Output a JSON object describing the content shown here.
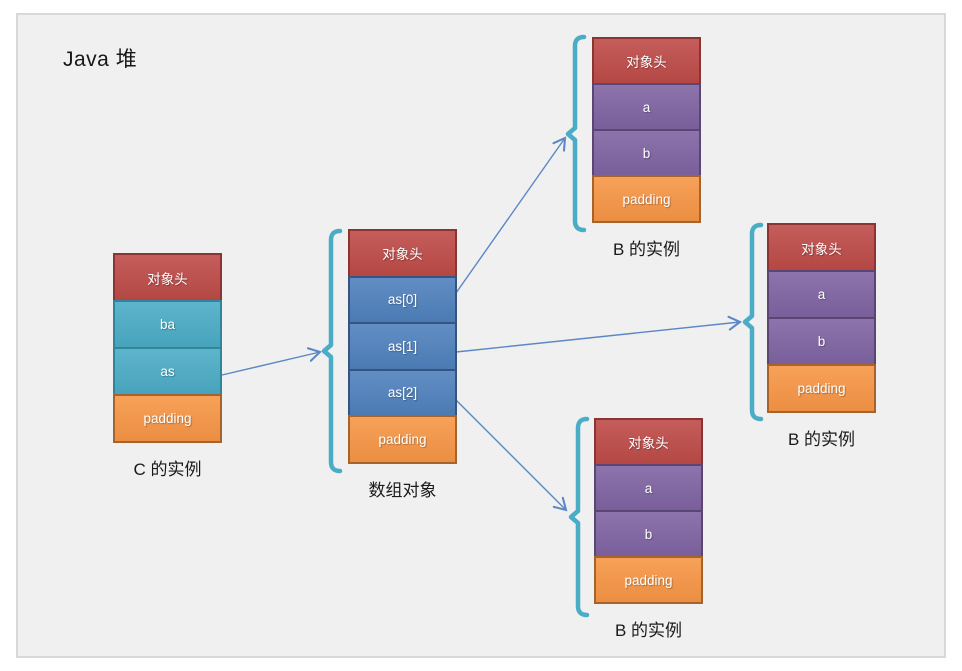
{
  "title": "Java 堆",
  "colors": {
    "red": {
      "fill": "#BE4B48",
      "border": "#8A3533"
    },
    "teal": {
      "fill": "#4BACC6",
      "border": "#31859B"
    },
    "blue": {
      "fill": "#4F81BD",
      "border": "#36547E"
    },
    "purple": {
      "fill": "#8064A2",
      "border": "#5A4673"
    },
    "orange": {
      "fill": "#F79646",
      "border": "#A6642C"
    },
    "bracket": "#4BACC6",
    "arrow": "#5B87C5",
    "canvas_fill": "#F0F0F0",
    "canvas_border": "#D8D8D8"
  },
  "boxes": [
    {
      "id": "c-instance",
      "label": "C 的实例",
      "cells": [
        {
          "text": "对象头",
          "color": "red"
        },
        {
          "text": "ba",
          "color": "teal"
        },
        {
          "text": "as",
          "color": "teal"
        },
        {
          "text": "padding",
          "color": "orange"
        }
      ]
    },
    {
      "id": "array-object",
      "label": "数组对象",
      "cells": [
        {
          "text": "对象头",
          "color": "red"
        },
        {
          "text": "as[0]",
          "color": "blue"
        },
        {
          "text": "as[1]",
          "color": "blue"
        },
        {
          "text": "as[2]",
          "color": "blue"
        },
        {
          "text": "padding",
          "color": "orange"
        }
      ]
    },
    {
      "id": "b-instance-top",
      "label": "B 的实例",
      "cells": [
        {
          "text": "对象头",
          "color": "red"
        },
        {
          "text": "a",
          "color": "purple"
        },
        {
          "text": "b",
          "color": "purple"
        },
        {
          "text": "padding",
          "color": "orange"
        }
      ]
    },
    {
      "id": "b-instance-right",
      "label": "B 的实例",
      "cells": [
        {
          "text": "对象头",
          "color": "red"
        },
        {
          "text": "a",
          "color": "purple"
        },
        {
          "text": "b",
          "color": "purple"
        },
        {
          "text": "padding",
          "color": "orange"
        }
      ]
    },
    {
      "id": "b-instance-bottom",
      "label": "B 的实例",
      "cells": [
        {
          "text": "对象头",
          "color": "red"
        },
        {
          "text": "a",
          "color": "purple"
        },
        {
          "text": "b",
          "color": "purple"
        },
        {
          "text": "padding",
          "color": "orange"
        }
      ]
    }
  ],
  "edges": [
    {
      "from": "c-instance.as",
      "to": "array-object"
    },
    {
      "from": "array-object.as[0]",
      "to": "b-instance-top"
    },
    {
      "from": "array-object.as[1]",
      "to": "b-instance-right"
    },
    {
      "from": "array-object.as[2]",
      "to": "b-instance-bottom"
    }
  ]
}
